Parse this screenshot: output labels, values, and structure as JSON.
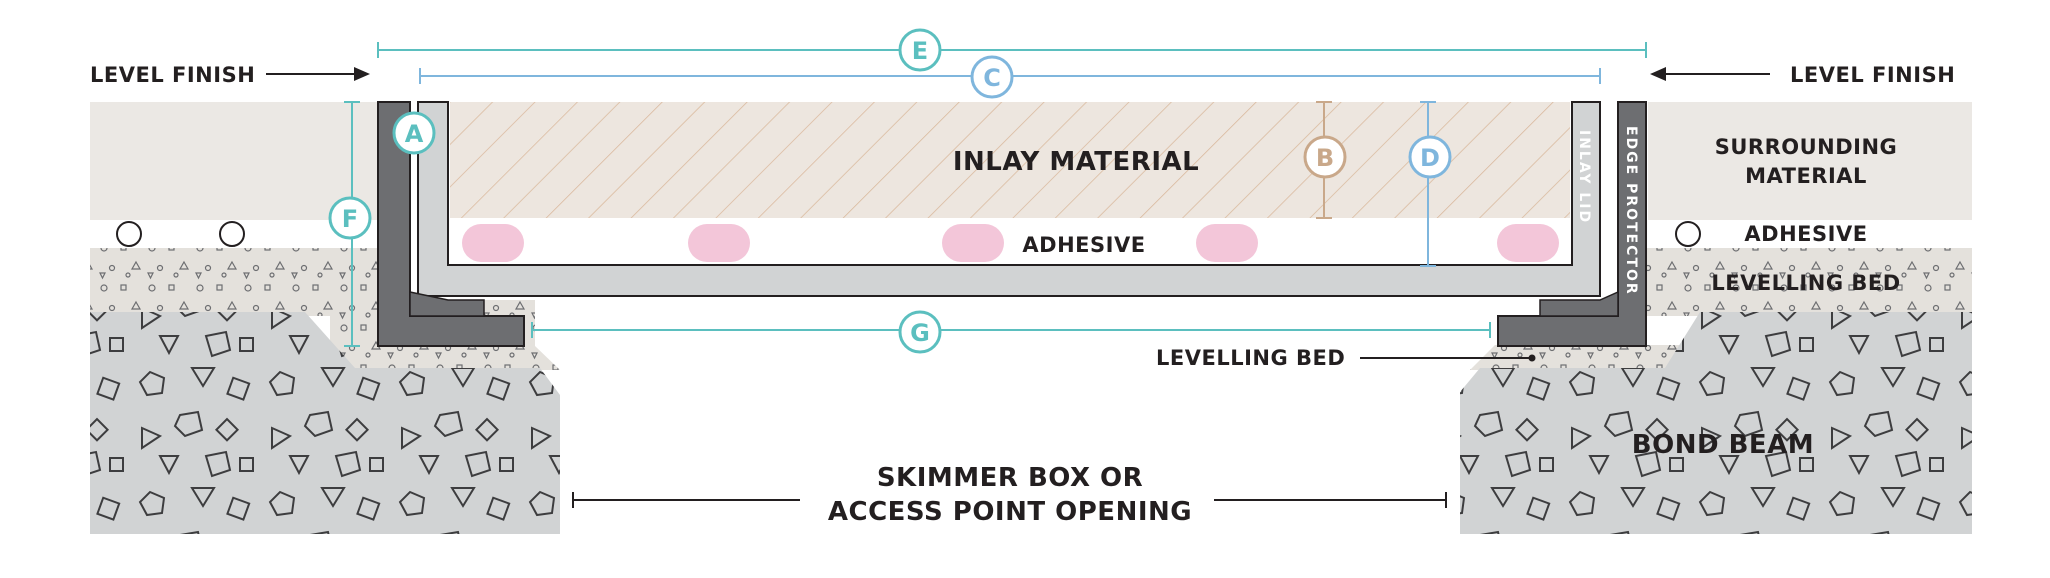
{
  "labels": {
    "level_finish_left": "LEVEL FINISH",
    "level_finish_right": "LEVEL FINISH",
    "inlay_material": "INLAY MATERIAL",
    "adhesive_center": "ADHESIVE",
    "surrounding_material_l1": "SURROUNDING",
    "surrounding_material_l2": "MATERIAL",
    "adhesive_right": "ADHESIVE",
    "levelling_bed_right": "LEVELLING BED",
    "levelling_bed_center": "LEVELLING BED",
    "bond_beam": "BOND BEAM",
    "opening_l1": "SKIMMER BOX OR",
    "opening_l2": "ACCESS POINT OPENING",
    "inlay_lid": "INLAY LID",
    "edge_protector": "EDGE PROTECTOR"
  },
  "dimensions": {
    "A": "A",
    "B": "B",
    "C": "C",
    "D": "D",
    "E": "E",
    "F": "F",
    "G": "G"
  },
  "colors": {
    "teal": "#5bbfbf",
    "light_blue": "#7fb6dd",
    "tan": "#c9a88a",
    "pink": "#f3c6d9",
    "dark_gray": "#6d6e71",
    "light_gray": "#d1d3d4",
    "surround": "#ebe8e4",
    "inlay": "#ede6df",
    "bed": "#e4e1dc",
    "concrete": "#d1d3d4"
  }
}
